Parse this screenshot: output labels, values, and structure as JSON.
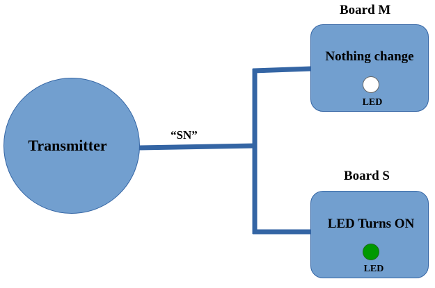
{
  "transmitter": {
    "label": "Transmitter",
    "fill": "#729fcf"
  },
  "signal": {
    "label": "“SN”"
  },
  "wire_color": "#3465a4",
  "boards": {
    "m": {
      "title": "Board M",
      "status": "Nothing change",
      "led_label": "LED",
      "led_state": "off",
      "led_color": "#ffffff"
    },
    "s": {
      "title": "Board S",
      "status": "LED Turns ON",
      "led_label": "LED",
      "led_state": "on",
      "led_color": "#009900"
    }
  }
}
